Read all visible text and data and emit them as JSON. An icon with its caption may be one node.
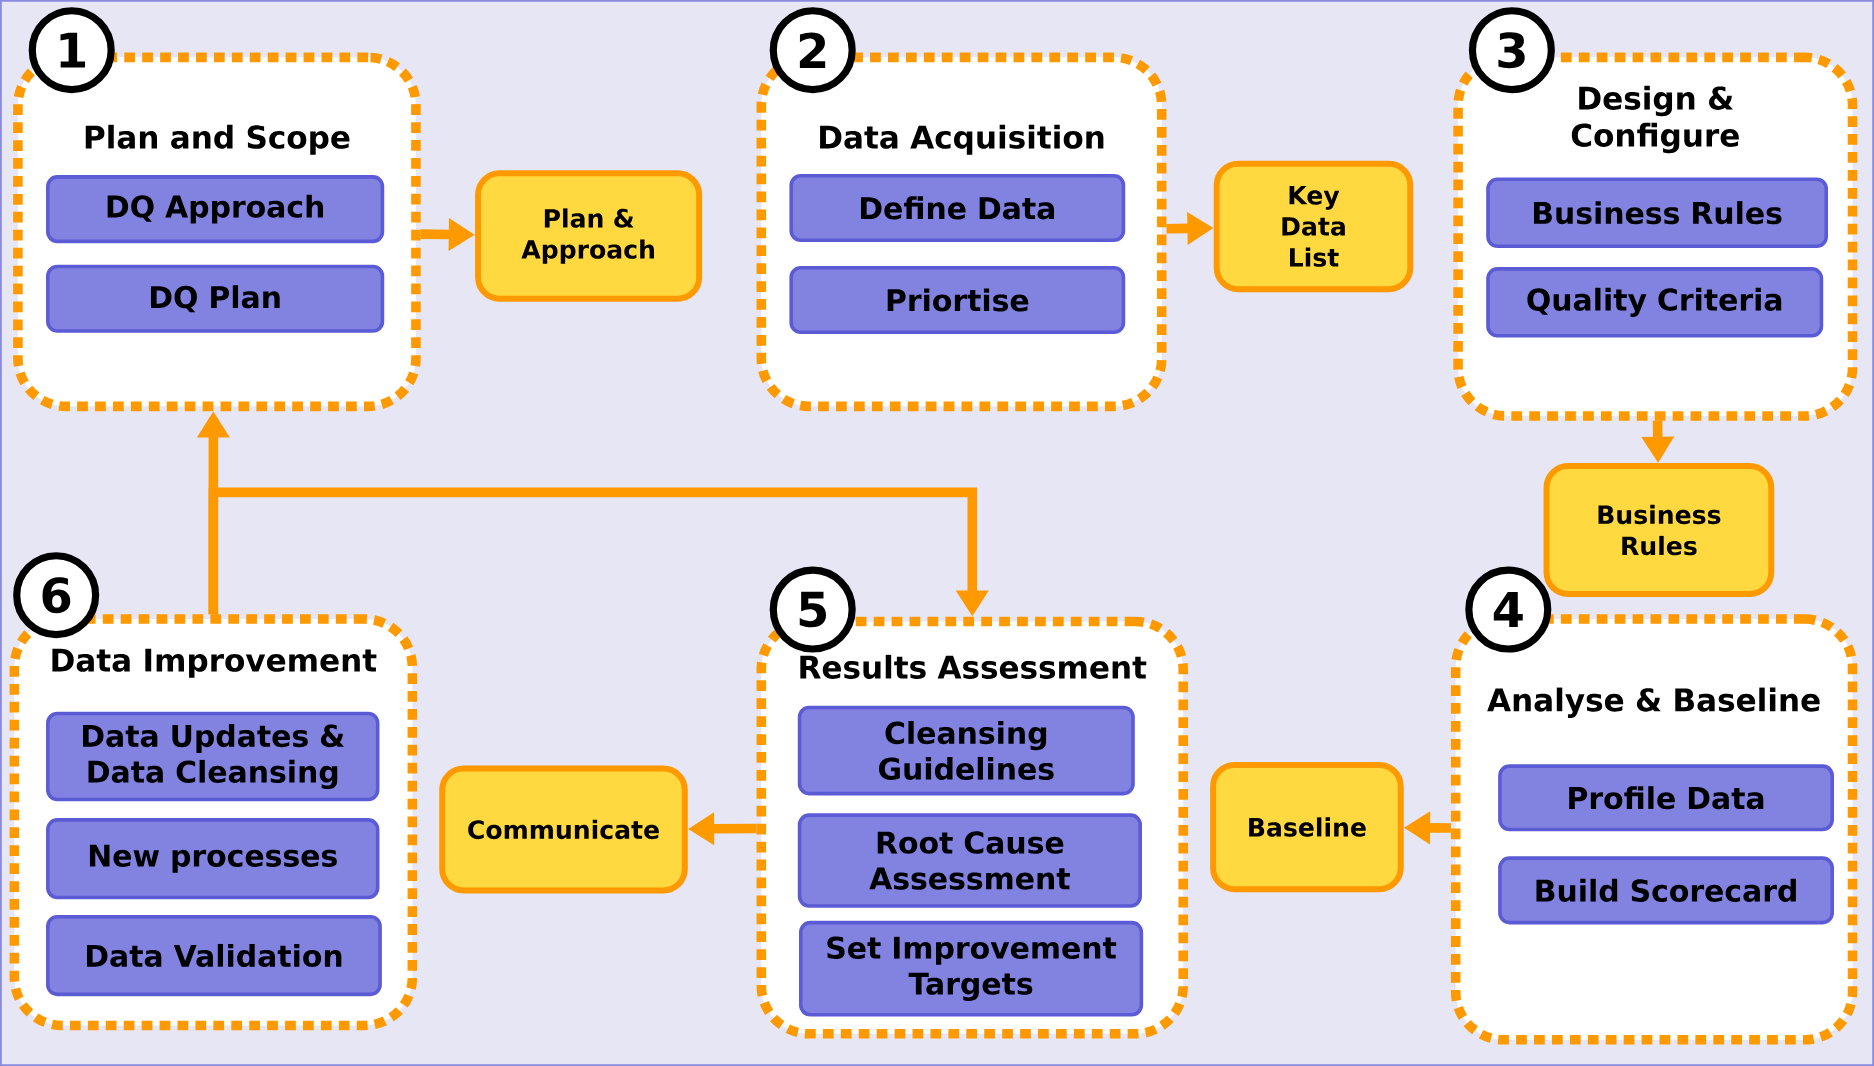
{
  "diagram": {
    "nodes": [
      {
        "text": [
          "Plan and Scope"
        ]
      },
      {
        "text": [
          "DQ Approach"
        ],
        "in": 0
      },
      {
        "text": [
          "DQ Plan"
        ],
        "in": 0
      },
      {
        "text": [
          "1"
        ]
      },
      {
        "text": [
          "Plan & Approach"
        ]
      },
      {
        "text": [
          "Data Acquisition"
        ]
      },
      {
        "text": [
          "Define Data"
        ],
        "in": 5
      },
      {
        "text": [
          "Priortise"
        ],
        "in": 5
      },
      {
        "text": [
          "2"
        ]
      },
      {
        "text": [
          "Key Data List"
        ]
      },
      {
        "text": [
          "Design & Configure"
        ]
      },
      {
        "text": [
          "Business Rules"
        ],
        "in": 10
      },
      {
        "text": [
          "Quality Criteria"
        ],
        "in": 10
      },
      {
        "text": [
          "3"
        ]
      },
      {
        "text": [
          "Business Rules"
        ]
      },
      {
        "text": [
          "Data Improvement"
        ]
      },
      {
        "text": [
          "Data Updates & Data Cleansing"
        ],
        "in": 15
      },
      {
        "text": [
          "New processes"
        ],
        "in": 15
      },
      {
        "text": [
          "Data Validation"
        ],
        "in": 15
      },
      {
        "text": [
          "6"
        ]
      },
      {
        "text": [
          "Communicate"
        ]
      },
      {
        "text": [
          "Results Assessment"
        ]
      },
      {
        "text": [
          "Cleansing Guidelines"
        ],
        "in": 21
      },
      {
        "text": [
          "Root Cause Assessment"
        ],
        "in": 21
      },
      {
        "text": [
          "Set Improvement Targets"
        ],
        "in": 21
      },
      {
        "text": [
          "5"
        ]
      },
      {
        "text": [
          "Baseline"
        ]
      },
      {
        "text": [
          "Analyse & Baseline"
        ]
      },
      {
        "text": [
          "Profile Data"
        ],
        "in": 27
      },
      {
        "text": [
          "Build Scorecard"
        ],
        "in": 27
      },
      {
        "text": [
          "4"
        ]
      }
    ],
    "edges": [
      {
        "from": 0,
        "to": 4,
        "arrow": "to"
      },
      {
        "from": 5,
        "to": 9,
        "arrow": "to"
      },
      {
        "from": 10,
        "to": 14,
        "arrow": "to"
      },
      {
        "from": 27,
        "to": 26,
        "arrow": "to"
      },
      {
        "from": 21,
        "to": 20,
        "arrow": "to"
      },
      {
        "from": 15,
        "to": 0,
        "arrow": "to"
      },
      {
        "from": 15,
        "to": 21,
        "arrow": "to"
      }
    ]
  }
}
